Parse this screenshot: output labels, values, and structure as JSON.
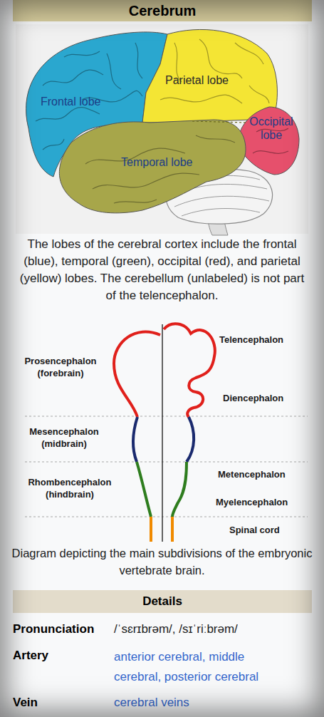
{
  "diagram": {
    "title": "Cerebrum",
    "caption": "The lobes of the cerebral cortex include the frontal (blue), temporal (green), occipital (red), and parietal (yellow) lobes. The cerebellum (unlabeled) is not part of the telencephalon.",
    "nodes": [
      {
        "text": [
          "Details"
        ]
      }
    ],
    "labels": [
      "Frontal lobe",
      "Parietal lobe",
      "Occipital lobe",
      "Temporal lobe",
      "Prosencephalon (forebrain)",
      "Telencephalon",
      "Diencephalon",
      "Mesencephalon (midbrain)",
      "Rhombencephalon (hindbrain)",
      "Metencephalon",
      "Myelencephalon",
      "Spinal cord",
      "Diagram depicting the main subdivisions of the embryonic vertebrate brain.",
      "Pronunciation",
      "/ˈsɛrɪbrəm/, /sɪˈriːbrəm/",
      "Artery",
      "anterior cerebral, middle cerebral, posterior cerebral",
      "Vein",
      "cerebral veins"
    ]
  }
}
